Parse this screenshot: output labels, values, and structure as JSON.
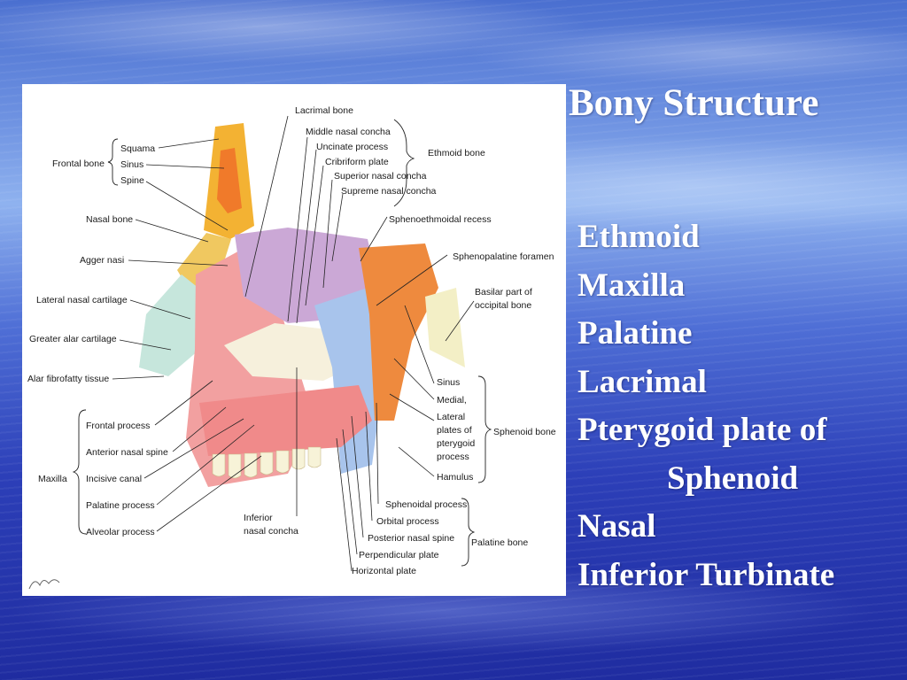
{
  "slide": {
    "title": "Bony Structure",
    "bullets": [
      "Ethmoid",
      "Maxilla",
      "Palatine",
      "Lacrimal",
      "Pterygoid plate of",
      "Sphenoid",
      "Nasal",
      "Inferior Turbinate"
    ]
  },
  "figure": {
    "labels": {
      "lacrimal_bone": "Lacrimal bone",
      "middle_nasal_concha": "Middle nasal concha",
      "uncinate_process": "Uncinate process",
      "cribriform_plate": "Cribriform plate",
      "superior_nasal_concha": "Superior nasal concha",
      "supreme_nasal_concha": "Supreme nasal concha",
      "ethmoid_bone": "Ethmoid bone",
      "frontal_bone": "Frontal bone",
      "squama": "Squama",
      "sinus": "Sinus",
      "spine": "Spine",
      "nasal_bone": "Nasal bone",
      "sphenoethmoidal_recess": "Sphenoethmoidal recess",
      "agger_nasi": "Agger nasi",
      "sphenopalatine_foramen": "Sphenopalatine foramen",
      "basilar_part_1": "Basilar part of",
      "basilar_part_2": "occipital bone",
      "lateral_nasal_cartilage": "Lateral nasal cartilage",
      "greater_alar_cartilage": "Greater alar cartilage",
      "alar_fibrofatty_tissue": "Alar fibrofatty tissue",
      "sph_sinus": "Sinus",
      "medial": "Medial,",
      "lateral_1": "Lateral",
      "lateral_2": "plates of",
      "lateral_3": "pterygoid",
      "lateral_4": "process",
      "sphenoid_bone": "Sphenoid bone",
      "hamulus": "Hamulus",
      "frontal_process": "Frontal process",
      "anterior_nasal_spine": "Anterior nasal spine",
      "maxilla": "Maxilla",
      "incisive_canal": "Incisive canal",
      "palatine_process": "Palatine process",
      "alveolar_process": "Alveolar process",
      "inferior_1": "Inferior",
      "inferior_2": "nasal concha",
      "sphenoidal_process": "Sphenoidal process",
      "orbital_process": "Orbital process",
      "posterior_nasal_spine": "Posterior nasal spine",
      "palatine_bone": "Palatine bone",
      "perpendicular_plate": "Perpendicular plate",
      "horizontal_plate": "Horizontal plate"
    },
    "colors": {
      "frontal": "#f3b233",
      "frontal_sinus": "#f07a2a",
      "nasal": "#f0c860",
      "ethmoid": "#cba8d6",
      "maxilla": "#f2a0a0",
      "sphenoid": "#ee8a3e",
      "palatine": "#a8c4ec",
      "occipital": "#f3efc6",
      "cartilage": "#c6e6dc",
      "concha": "#f6f0dc"
    }
  }
}
